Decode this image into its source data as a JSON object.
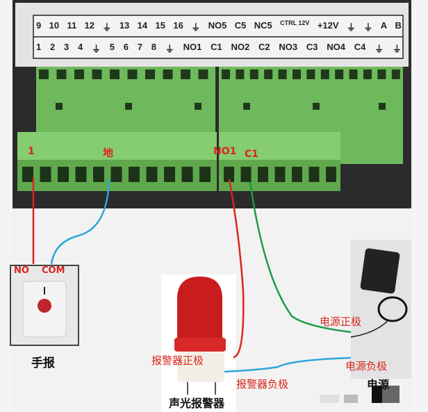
{
  "terminal_labels": {
    "top_row": [
      "9",
      "10",
      "11",
      "12",
      "⏚",
      "13",
      "14",
      "15",
      "16",
      "⏚",
      "NO5",
      "C5",
      "NC5",
      "CTRL 12V",
      "+12V",
      "⏚",
      "⏚",
      "A",
      "B"
    ],
    "bottom_row": [
      "1",
      "2",
      "3",
      "4",
      "⏚",
      "5",
      "6",
      "7",
      "8",
      "⏚",
      "NO1",
      "C1",
      "NO2",
      "C2",
      "NO3",
      "C3",
      "NO4",
      "C4",
      "⏚",
      "⏚"
    ]
  },
  "plug_labels": {
    "pin1": "1",
    "ground": "地",
    "no1": "NO1",
    "c1": "C1"
  },
  "panic_button": {
    "no": "NO",
    "com": "COM",
    "caption": "手报"
  },
  "strobe_alarm": {
    "positive": "报警器正极",
    "negative": "报警器负极",
    "caption": "声光报警器"
  },
  "power_supply": {
    "positive": "电源正极",
    "negative": "电源负极",
    "caption": "电源"
  },
  "colors": {
    "red_wire": "#d9261c",
    "blue_wire": "#2aa6d8",
    "green_wire": "#1d9a4a",
    "terminal_green": "#7cc46a"
  }
}
